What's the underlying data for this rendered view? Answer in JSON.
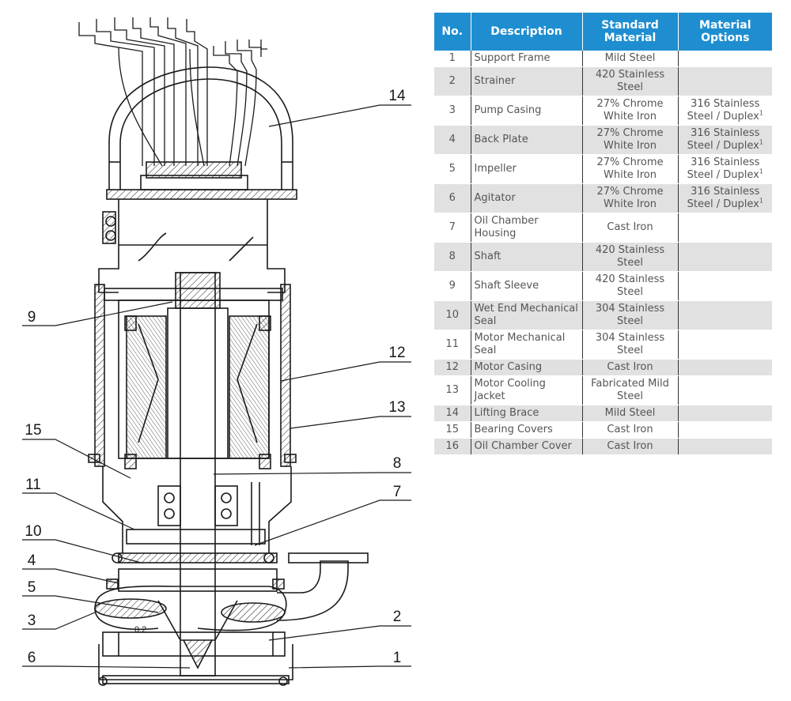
{
  "callouts": {
    "c14": "14",
    "c9": "9",
    "c12": "12",
    "c13": "13",
    "c15": "15",
    "c8": "8",
    "c11": "11",
    "c7": "7",
    "c10": "10",
    "c4": "4",
    "c5": "5",
    "c3": "3",
    "c2": "2",
    "c6": "6",
    "c1": "1"
  },
  "dimension_note": "0.2",
  "table": {
    "headers": {
      "no": "No.",
      "description": "Description",
      "standard": "Standard Material",
      "options": "Material Options"
    },
    "footnote_mark": "1",
    "rows": [
      {
        "no": "1",
        "description": "Support Frame",
        "standard": "Mild Steel",
        "options": ""
      },
      {
        "no": "2",
        "description": "Strainer",
        "standard": "420 Stainless Steel",
        "options": ""
      },
      {
        "no": "3",
        "description": "Pump Casing",
        "standard": "27% Chrome White Iron",
        "options": "316 Stainless Steel / Duplex"
      },
      {
        "no": "4",
        "description": "Back Plate",
        "standard": "27% Chrome White Iron",
        "options": "316 Stainless Steel / Duplex"
      },
      {
        "no": "5",
        "description": "Impeller",
        "standard": "27% Chrome White Iron",
        "options": "316 Stainless Steel / Duplex"
      },
      {
        "no": "6",
        "description": "Agitator",
        "standard": "27% Chrome White Iron",
        "options": "316 Stainless Steel / Duplex"
      },
      {
        "no": "7",
        "description": "Oil Chamber Housing",
        "standard": "Cast Iron",
        "options": ""
      },
      {
        "no": "8",
        "description": "Shaft",
        "standard": "420 Stainless Steel",
        "options": ""
      },
      {
        "no": "9",
        "description": "Shaft Sleeve",
        "standard": "420 Stainless Steel",
        "options": ""
      },
      {
        "no": "10",
        "description": "Wet End Mechanical Seal",
        "standard": "304 Stainless Steel",
        "options": ""
      },
      {
        "no": "11",
        "description": "Motor Mechanical Seal",
        "standard": "304 Stainless Steel",
        "options": ""
      },
      {
        "no": "12",
        "description": "Motor Casing",
        "standard": "Cast Iron",
        "options": ""
      },
      {
        "no": "13",
        "description": "Motor Cooling Jacket",
        "standard": "Fabricated Mild Steel",
        "options": ""
      },
      {
        "no": "14",
        "description": "Lifting Brace",
        "standard": "Mild Steel",
        "options": ""
      },
      {
        "no": "15",
        "description": "Bearing Covers",
        "standard": "Cast Iron",
        "options": ""
      },
      {
        "no": "16",
        "description": "Oil Chamber Cover",
        "standard": "Cast Iron",
        "options": ""
      }
    ]
  },
  "colors": {
    "header_blue": "#1f8ed0",
    "row_shade": "#e1e1e1",
    "drawing_line": "#1a1a1a"
  }
}
